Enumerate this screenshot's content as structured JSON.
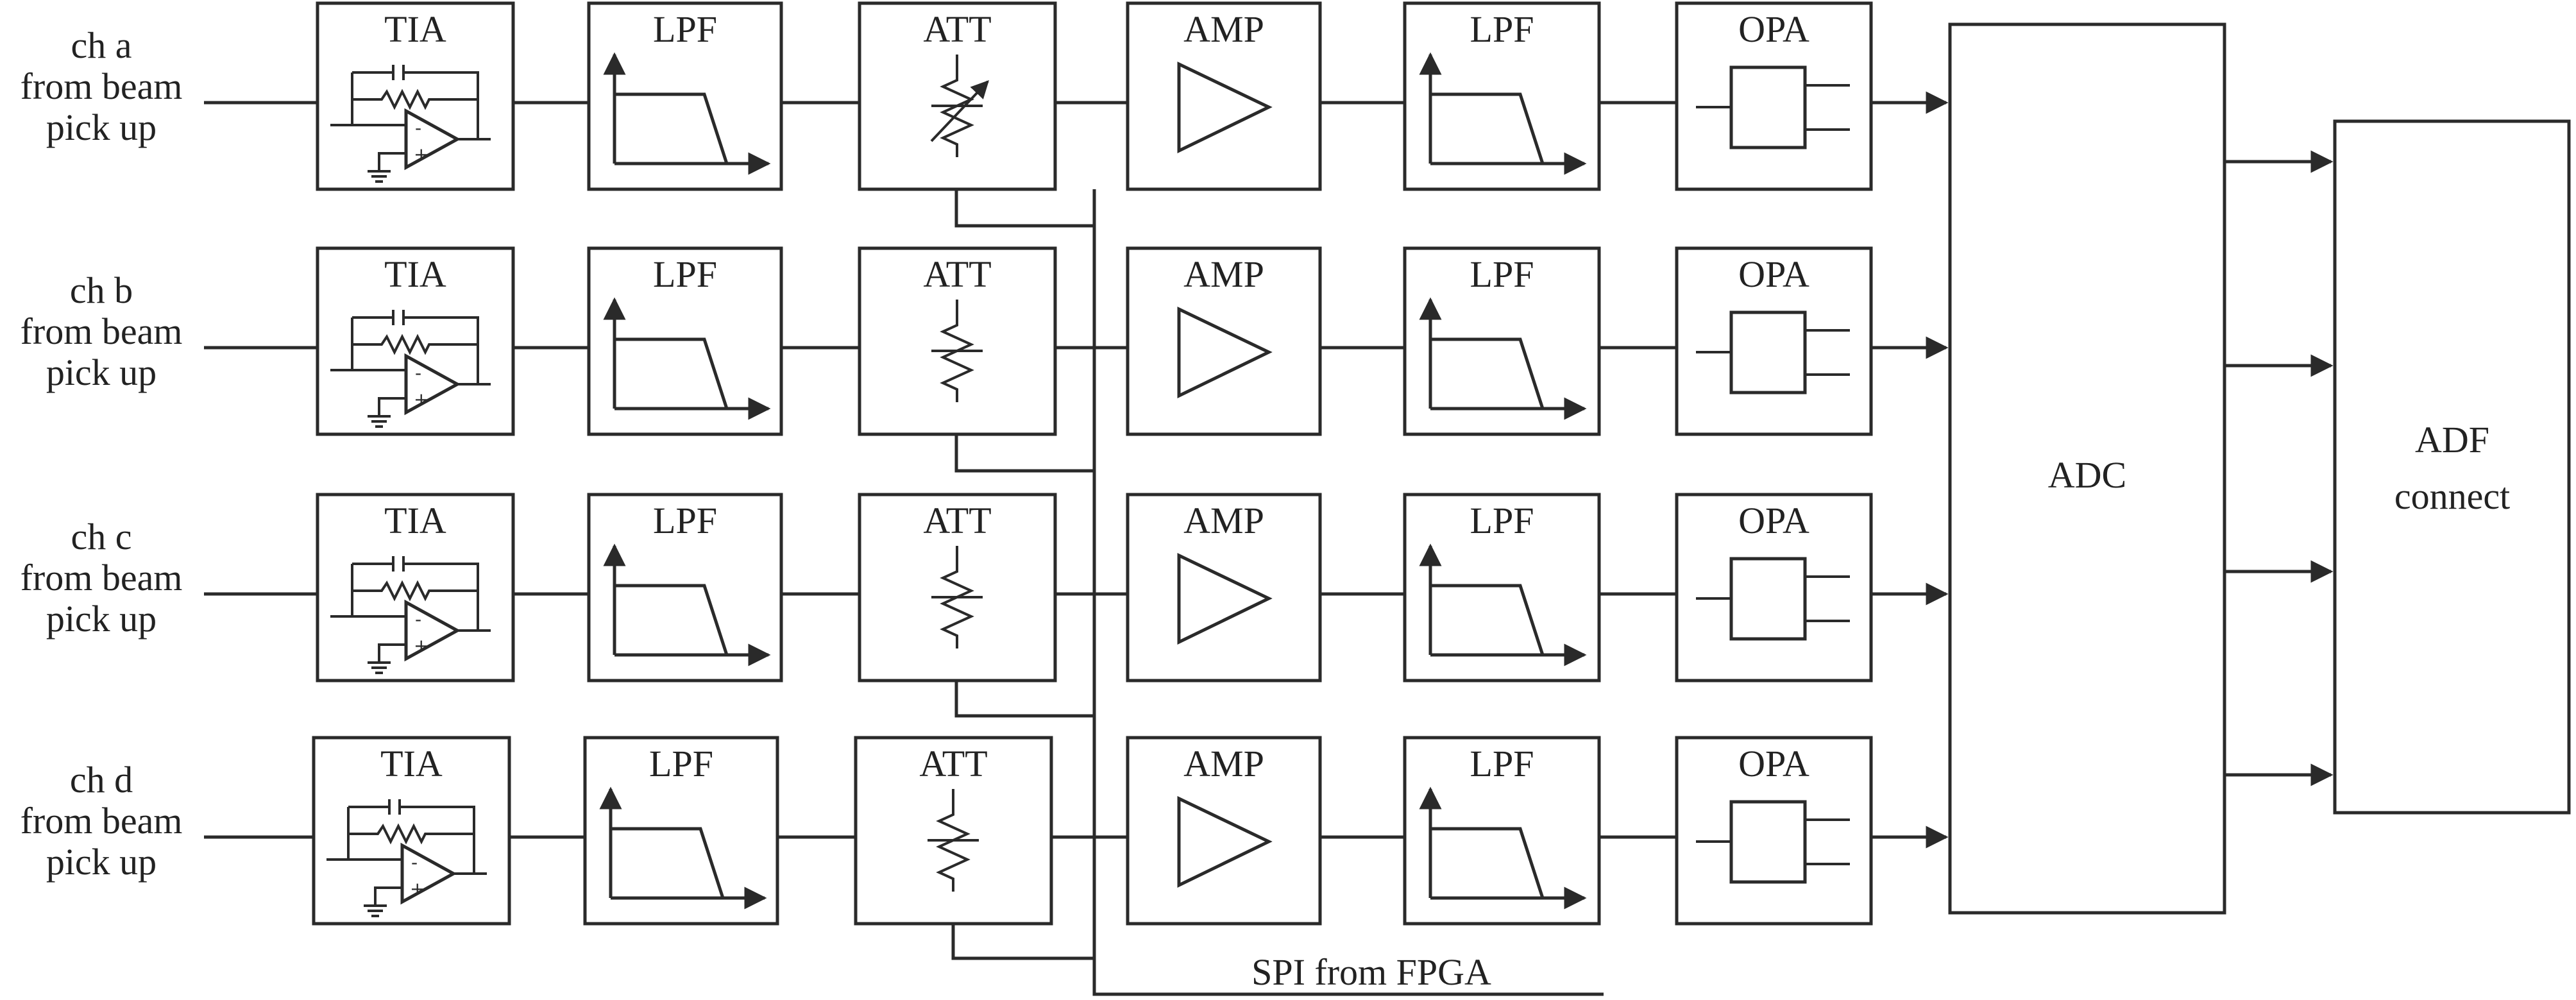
{
  "diagram": {
    "channels": [
      {
        "id": "a",
        "label_lines": [
          "ch a",
          "from beam",
          "pick up"
        ]
      },
      {
        "id": "b",
        "label_lines": [
          "ch b",
          "from beam",
          "pick up"
        ]
      },
      {
        "id": "c",
        "label_lines": [
          "ch c",
          "from beam",
          "pick up"
        ]
      },
      {
        "id": "d",
        "label_lines": [
          "ch d",
          "from beam",
          "pick up"
        ]
      }
    ],
    "stages": [
      "TIA",
      "LPF",
      "ATT",
      "AMP",
      "LPF",
      "OPA"
    ],
    "adc_label": "ADC",
    "adf_label_lines": [
      "ADF",
      "connect"
    ],
    "spi_label": "SPI from FPGA",
    "line_color": "#2a2a2a"
  }
}
